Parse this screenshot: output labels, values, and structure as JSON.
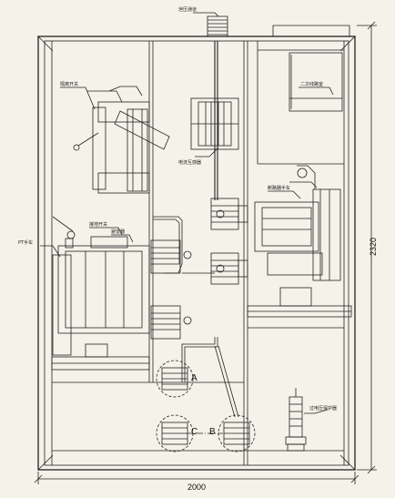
{
  "drawing": {
    "dimensions": {
      "width": "2000",
      "height": "2320"
    },
    "phases": {
      "a": "A",
      "b": "B",
      "c": "C"
    },
    "labels": {
      "top": "泄压通道",
      "upper_left": "隔离开关",
      "upper_right": "二次线路室",
      "middle": "电流互感器",
      "middle_right": "断路器手车",
      "left_mid_a": "接地开关",
      "left_mid_b": "避雷器",
      "left_edge": "PT手车",
      "bottom_right": "过电压保护器"
    },
    "colors": {
      "background": "#f4f2e9",
      "line": "#222222"
    }
  }
}
